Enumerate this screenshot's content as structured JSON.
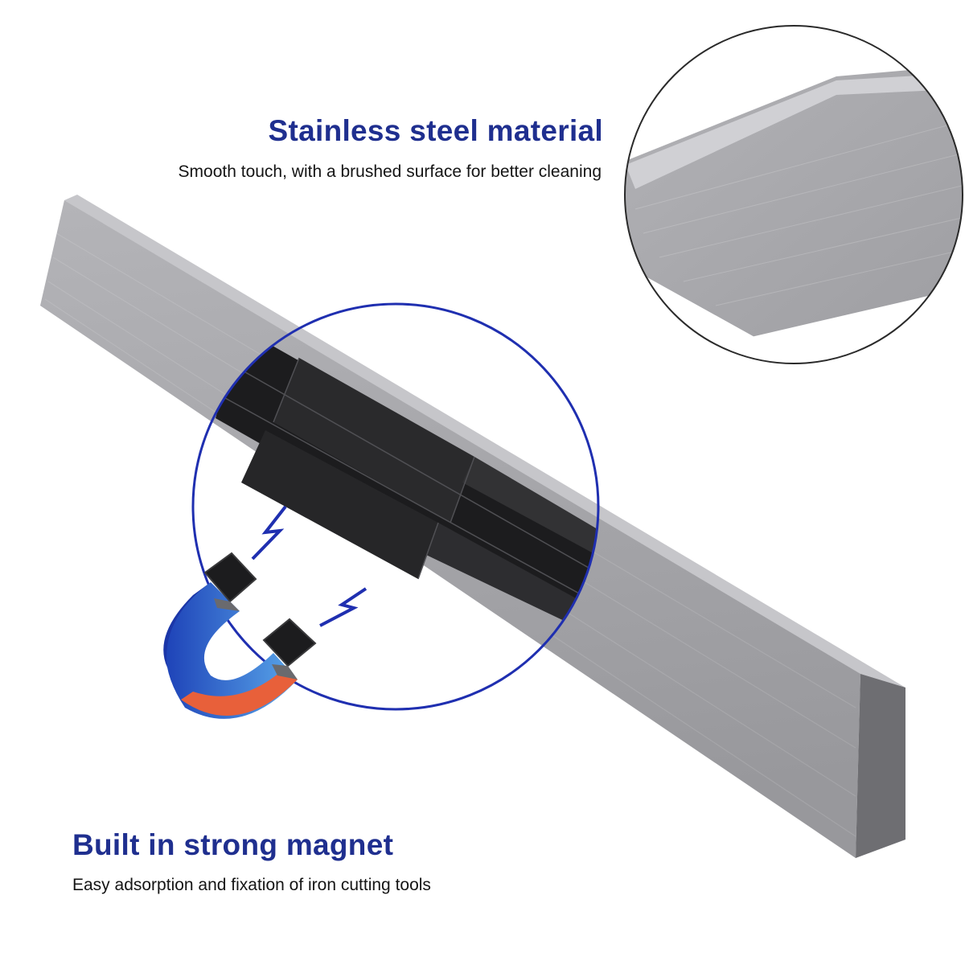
{
  "features": {
    "material": {
      "title": "Stainless steel material",
      "description": "Smooth touch, with a brushed surface for better cleaning"
    },
    "magnet": {
      "title": "Built in strong magnet",
      "description": "Easy adsorption and fixation of iron cutting tools"
    }
  },
  "colors": {
    "heading": "#1f2f8f",
    "text": "#151515",
    "steel": "#a4a4a8",
    "circle_outline": "#1f2fb0",
    "magnet_blue": "#4f98df",
    "magnet_red": "#e8603a"
  },
  "icons": [
    "magnifier-circle-steel-detail",
    "magnifier-circle-magnet-inside",
    "horseshoe-magnet-icon",
    "lightning-icon"
  ]
}
